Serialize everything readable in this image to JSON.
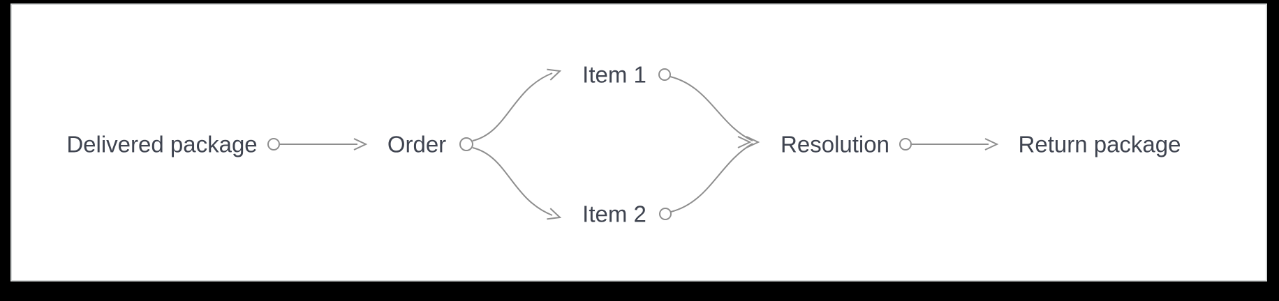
{
  "colors": {
    "background": "#000000",
    "panel": "#ffffff",
    "panel_border": "#d5d8d8",
    "text": "#3f4450",
    "connector": "#8e8e8e"
  },
  "diagram": {
    "type": "flow",
    "nodes": [
      {
        "id": "delivered-package",
        "label": "Delivered package"
      },
      {
        "id": "order",
        "label": "Order"
      },
      {
        "id": "item-1",
        "label": "Item 1"
      },
      {
        "id": "item-2",
        "label": "Item 2"
      },
      {
        "id": "resolution",
        "label": "Resolution"
      },
      {
        "id": "return-package",
        "label": "Return package"
      }
    ],
    "edges": [
      {
        "from": "Delivered package",
        "to": "Order"
      },
      {
        "from": "Order",
        "to": "Item 1"
      },
      {
        "from": "Order",
        "to": "Item 2"
      },
      {
        "from": "Item 1",
        "to": "Resolution"
      },
      {
        "from": "Item 2",
        "to": "Resolution"
      },
      {
        "from": "Resolution",
        "to": "Return package"
      }
    ]
  }
}
